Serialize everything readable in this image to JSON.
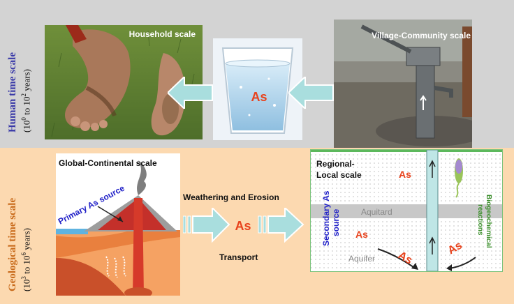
{
  "human": {
    "title": "Human time scale",
    "range_pre": "(10",
    "range_exp1": "0",
    "range_mid": " to 10",
    "range_exp2": "2",
    "range_post": " years)"
  },
  "geological": {
    "title": "Geological time scale",
    "range_pre": "(10",
    "range_exp1": "3",
    "range_mid": " to 10",
    "range_exp2": "6",
    "range_post": " years)"
  },
  "top_panels": {
    "household": "Household scale",
    "village": "Village-Community scale",
    "glass_label": "As"
  },
  "bottom_panels": {
    "global": "Global-Continental scale",
    "primary_source": "Primary As source",
    "weathering": "Weathering and Erosion",
    "transport_as": "As",
    "transport": "Transport",
    "regional_line1": "Regional-",
    "regional_line2": "Local scale",
    "secondary_line1": "Secondary As",
    "secondary_line2": "source",
    "aquitard": "Aquitard",
    "aquifer": "Aquifer",
    "biochem_line1": "Biogeochemical",
    "biochem_line2": "reactions",
    "as_labels": [
      "As",
      "As",
      "As",
      "As"
    ]
  },
  "colors": {
    "top_band": "#d3d3d3",
    "bottom_band": "#fcd9b0",
    "arrow_fill": "#a9dede",
    "as_red": "#e8421c",
    "title_blue": "#3a3aa8",
    "title_orange": "#c86a1a",
    "biochem_green": "#3c8f2c"
  }
}
